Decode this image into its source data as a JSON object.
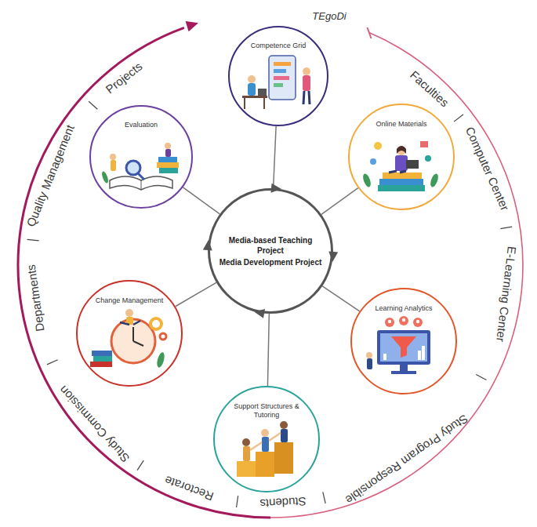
{
  "diagram": {
    "nodes": [
      {
        "text": [
          "Media-based Teaching Project",
          "Media Development Project"
        ]
      },
      {
        "text": [
          "Competence Grid"
        ]
      },
      {
        "text": [
          "Online Materials"
        ]
      },
      {
        "text": [
          "Learning Analytics"
        ]
      },
      {
        "text": [
          "Support Structures & Tutoring"
        ]
      },
      {
        "text": [
          "Change Management"
        ]
      },
      {
        "text": [
          "Evaluation"
        ]
      }
    ],
    "edges": [
      {
        "from": 0,
        "to": 1,
        "arrow": "none"
      },
      {
        "from": 0,
        "to": 2,
        "arrow": "none"
      },
      {
        "from": 0,
        "to": 3,
        "arrow": "none"
      },
      {
        "from": 0,
        "to": 4,
        "arrow": "none"
      },
      {
        "from": 0,
        "to": 5,
        "arrow": "none"
      },
      {
        "from": 0,
        "to": 6,
        "arrow": "none"
      }
    ],
    "labels": [
      "TEgoDi",
      "Faculties",
      "Computer Center",
      "E-Learning Center",
      "Study Program Responsible",
      "Students",
      "Rectorate",
      "Study Commission",
      "Departments",
      "Quality Management",
      "Projects"
    ]
  }
}
